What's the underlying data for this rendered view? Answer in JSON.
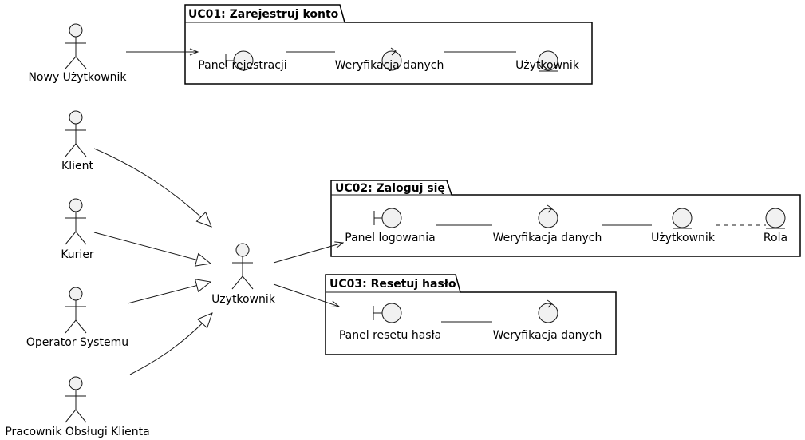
{
  "packages": [
    {
      "title": "UC01: Zarejestruj konto",
      "elements": [
        {
          "kind": "boundary",
          "label": "Panel rejestracji"
        },
        {
          "kind": "control",
          "label": "Weryfikacja danych"
        },
        {
          "kind": "entity",
          "label": "Użytkownik"
        }
      ]
    },
    {
      "title": "UC02: Zaloguj się",
      "elements": [
        {
          "kind": "boundary",
          "label": "Panel logowania"
        },
        {
          "kind": "control",
          "label": "Weryfikacja danych"
        },
        {
          "kind": "entity",
          "label": "Użytkownik"
        },
        {
          "kind": "entity",
          "label": "Rola"
        }
      ]
    },
    {
      "title": "UC03: Resetuj hasło",
      "elements": [
        {
          "kind": "boundary",
          "label": "Panel resetu hasła"
        },
        {
          "kind": "control",
          "label": "Weryfikacja danych"
        }
      ]
    }
  ],
  "actors": {
    "new_user": "Nowy Użytkownik",
    "client": "Klient",
    "courier": "Kurier",
    "operator": "Operator Systemu",
    "support": "Pracownik Obsługi Klienta",
    "user": "Uzytkownik"
  }
}
